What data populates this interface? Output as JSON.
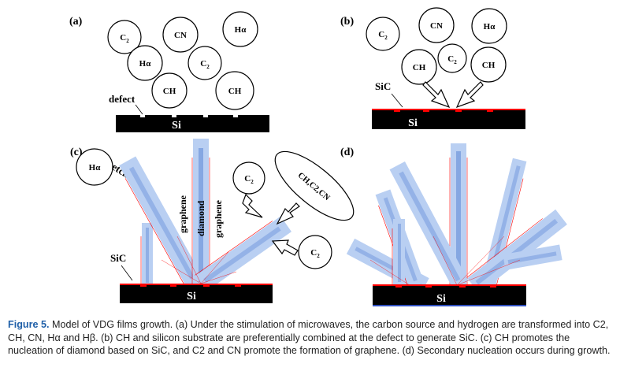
{
  "panels": {
    "a": {
      "label": "(a)",
      "circles": [
        "C2",
        "CN",
        "Hα",
        "Hα",
        "C2",
        "CH",
        "CH"
      ],
      "defect_label": "defect",
      "substrate": "Si"
    },
    "b": {
      "label": "(b)",
      "circles": [
        "C2",
        "CN",
        "Hα",
        "C2",
        "CH",
        "CH"
      ],
      "sic_label": "SiC",
      "substrate": "Si"
    },
    "c": {
      "label": "(c)",
      "circles": [
        "Hα",
        "C2",
        "C2"
      ],
      "etching": "etching",
      "graphene_left": "graphene",
      "diamond": "diamond",
      "graphene_right": "graphene",
      "ellipse_text": "CH,C2,CN",
      "sic_label": "SiC",
      "substrate": "Si"
    },
    "d": {
      "label": "(d)",
      "substrate": "Si"
    }
  },
  "caption": {
    "label": "Figure 5.",
    "text": "Model of VDG films growth. (a) Under the stimulation of microwaves, the carbon source and hydrogen are transformed into C2, CH, CN, Hα and Hβ. (b) CH and silicon substrate are preferentially combined at the defect to generate SiC. (c) CH promotes the nucleation of diamond based on SiC, and C2 and CN promote the formation of graphene. (d) Secondary nucleation occurs during growth."
  },
  "colors": {
    "substrate": "#000000",
    "sic": "#ff0000",
    "graphene": "#b9cff2",
    "diamond_core": "#6f95db",
    "caption_label": "#1f5fa8"
  }
}
